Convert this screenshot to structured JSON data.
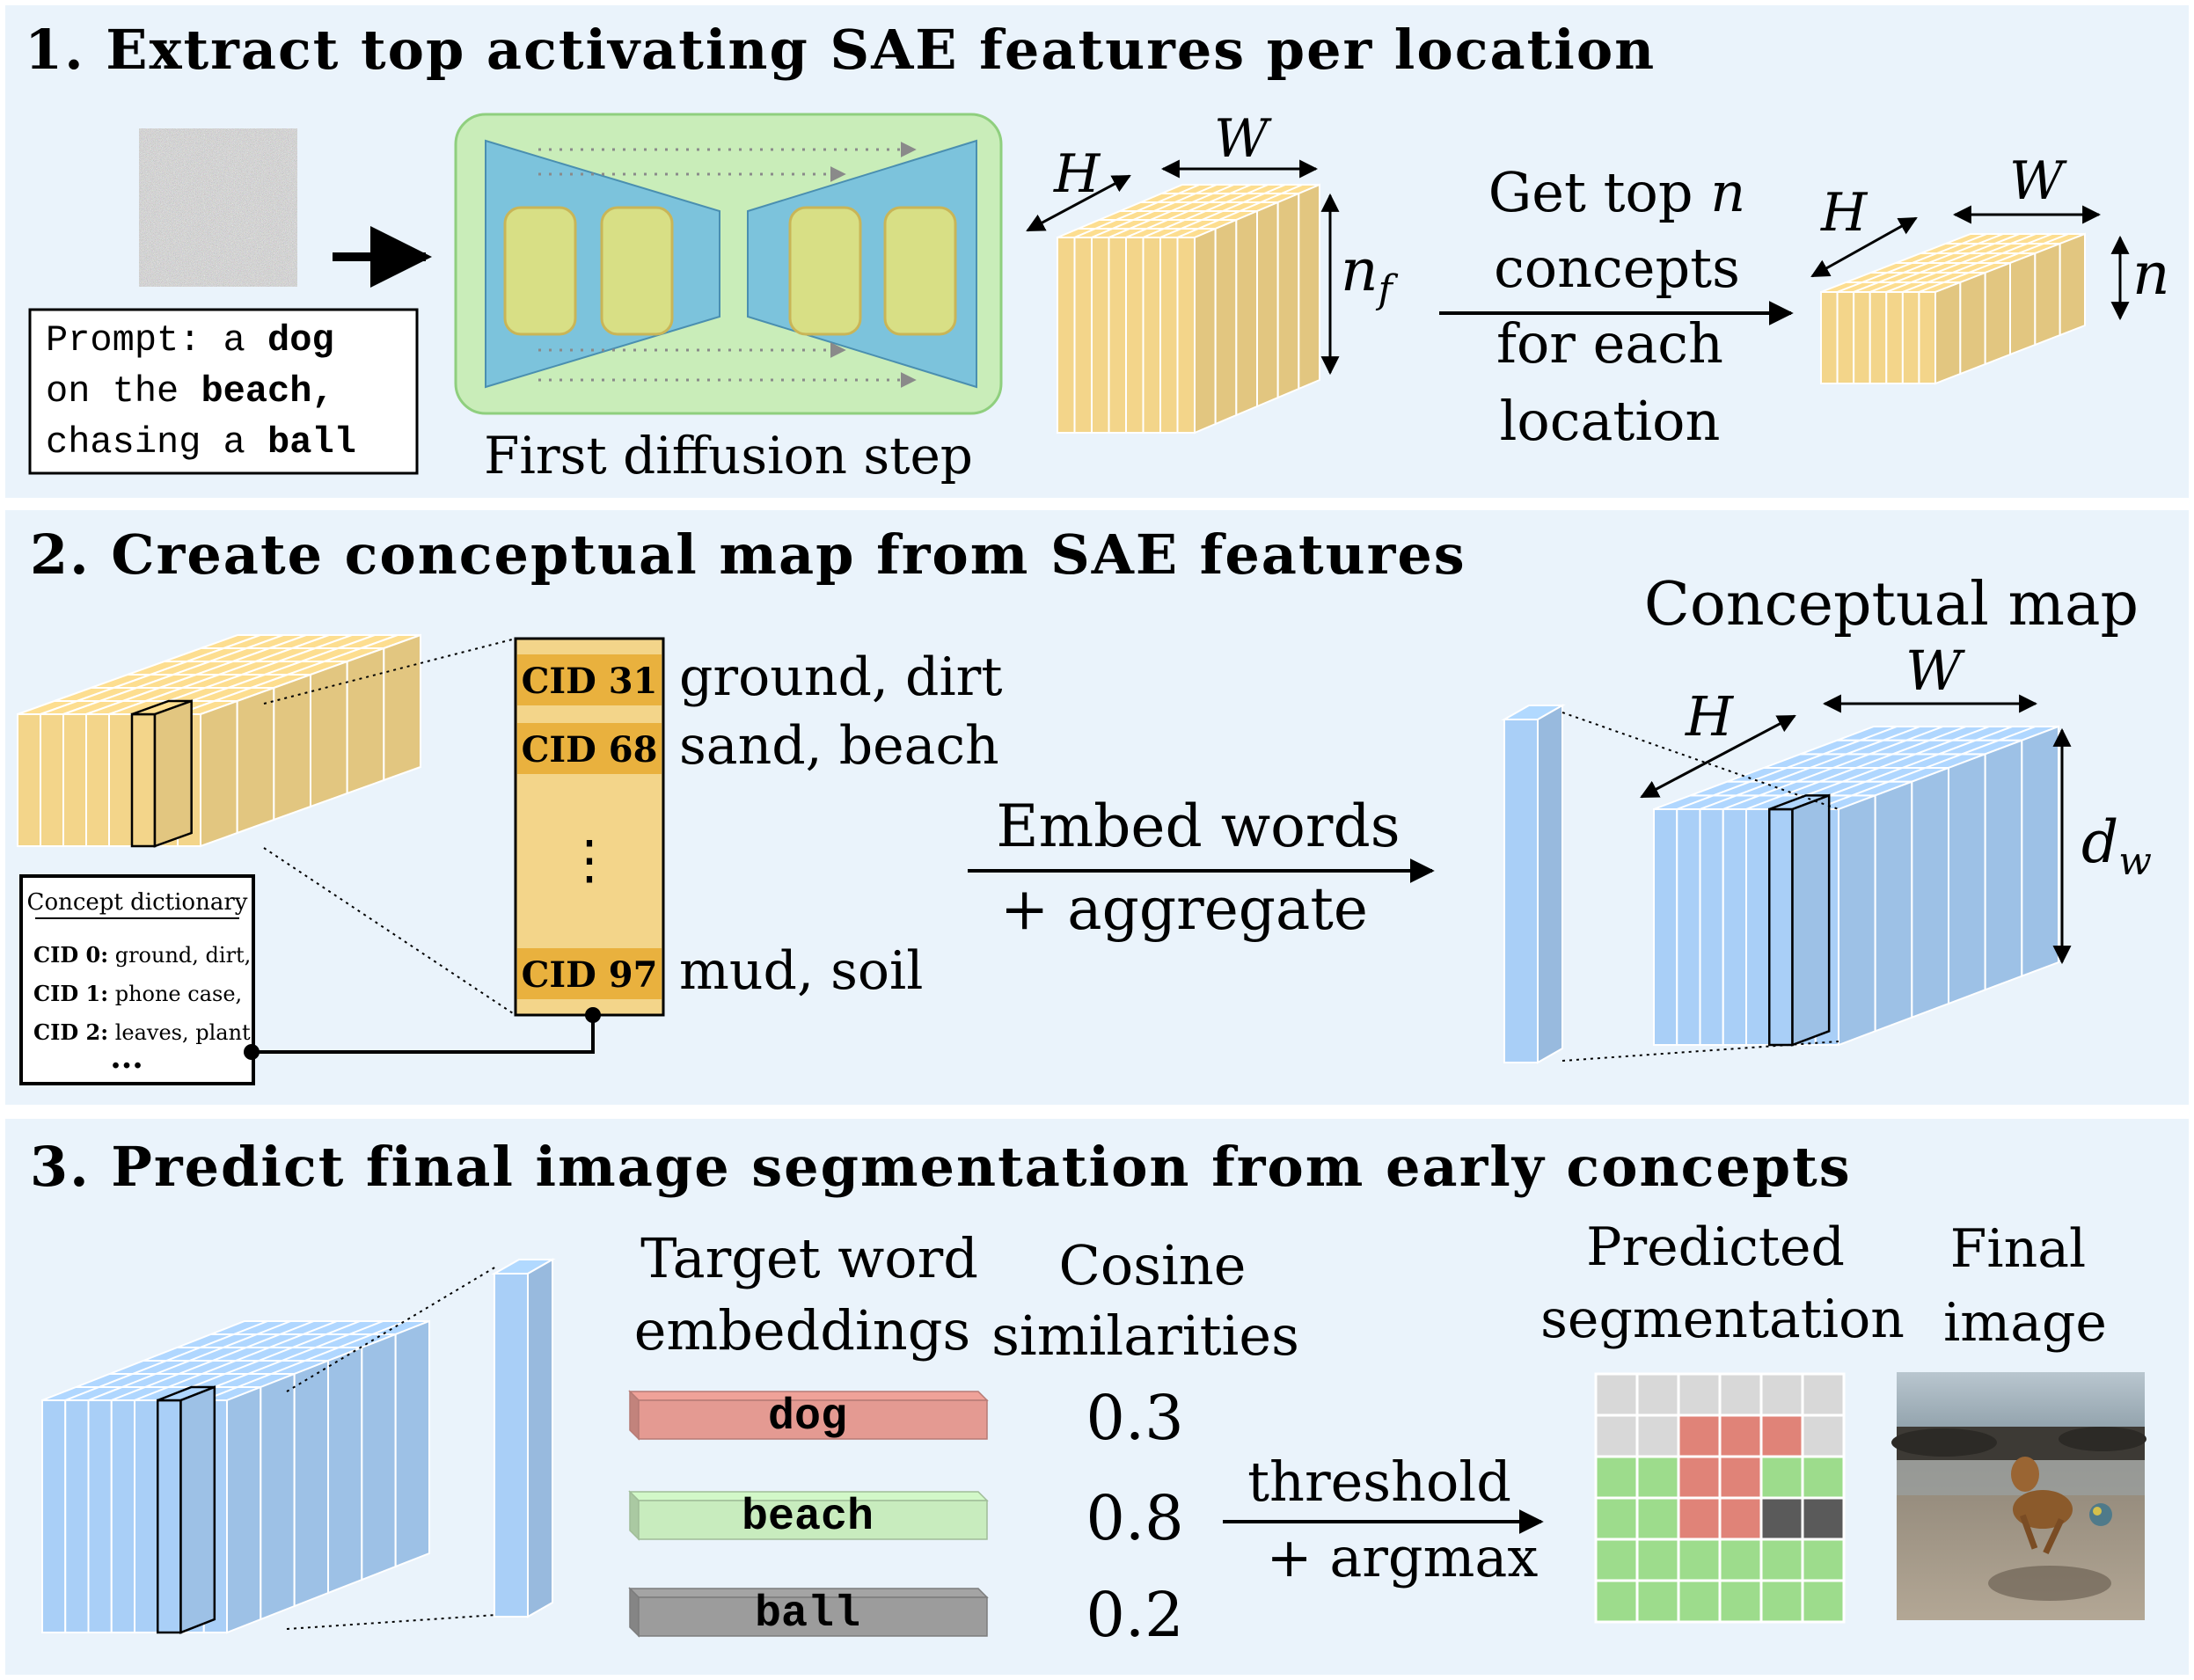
{
  "panel1": {
    "title": "1. Extract top activating SAE features per location",
    "prompt_prefix": "Prompt: a ",
    "prompt_word1": "dog",
    "prompt_line2_prefix": "on the ",
    "prompt_word2": "beach,",
    "prompt_line3_prefix": "chasing a ",
    "prompt_word3": "ball",
    "unet_caption": "First diffusion step",
    "dim_h": "H",
    "dim_w": "W",
    "dim_nf": "n_f",
    "arrow_label": [
      "Get top n",
      "concepts",
      "for each",
      "location"
    ],
    "dim_h2": "H",
    "dim_w2": "W",
    "dim_n": "n"
  },
  "panel2": {
    "title": "2. Create conceptual map from SAE features",
    "cids": [
      {
        "id": "CID 31",
        "label": "ground, dirt"
      },
      {
        "id": "CID 68",
        "label": "sand, beach"
      },
      {
        "id": "CID 97",
        "label": "mud, soil"
      }
    ],
    "vdots": "⋮",
    "dictionary_title": "Concept dictionary",
    "dictionary_items": [
      {
        "id": "CID 0:",
        "text": "ground, dirt,"
      },
      {
        "id": "CID 1:",
        "text": "phone case,"
      },
      {
        "id": "CID 2:",
        "text": "leaves, plant"
      }
    ],
    "dictionary_ellipsis": "...",
    "arrow_label_line1": "Embed words",
    "arrow_label_line2": "+ aggregate",
    "map_title": "Conceptual map",
    "dim_h": "H",
    "dim_w": "W",
    "dim_dw": "d_w"
  },
  "panel3": {
    "title": "3. Predict final image segmentation from early concepts",
    "embeddings_header_line1": "Target word",
    "embeddings_header_line2": "embeddings",
    "cosine_header_line1": "Cosine",
    "cosine_header_line2": "similarities",
    "words": [
      {
        "word": "dog",
        "similarity": "0.3",
        "color": "#e49a92"
      },
      {
        "word": "beach",
        "similarity": "0.8",
        "color": "#c8ecbe"
      },
      {
        "word": "ball",
        "similarity": "0.2",
        "color": "#9c9c9c"
      }
    ],
    "arrow_label_line1": "threshold",
    "arrow_label_line2": "+ argmax",
    "seg_header_line1": "Predicted",
    "seg_header_line2": "segmentation",
    "final_header_line1": "Final",
    "final_header_line2": "image",
    "segmentation_grid": [
      [
        "bg",
        "bg",
        "bg",
        "bg",
        "bg",
        "bg"
      ],
      [
        "bg",
        "bg",
        "dog",
        "dog",
        "dog",
        "bg"
      ],
      [
        "beach",
        "beach",
        "dog",
        "dog",
        "beach",
        "beach"
      ],
      [
        "beach",
        "beach",
        "dog",
        "dog",
        "ball",
        "ball"
      ],
      [
        "beach",
        "beach",
        "beach",
        "beach",
        "beach",
        "beach"
      ],
      [
        "beach",
        "beach",
        "beach",
        "beach",
        "beach",
        "beach"
      ]
    ],
    "segmentation_colors": {
      "bg": "#d8d8d8",
      "dog": "#e08378",
      "beach": "#9ddc8c",
      "ball": "#5a5a5a"
    }
  },
  "colors": {
    "panel_bg": "#eaf3fb",
    "tan": "#f3d58a",
    "blue": "#a9cff7",
    "unet_bg": "#c9edb9",
    "unet_blue": "#7cc3dc",
    "unet_yellow": "#d8df85",
    "cid_gold": "#e9b13e"
  }
}
